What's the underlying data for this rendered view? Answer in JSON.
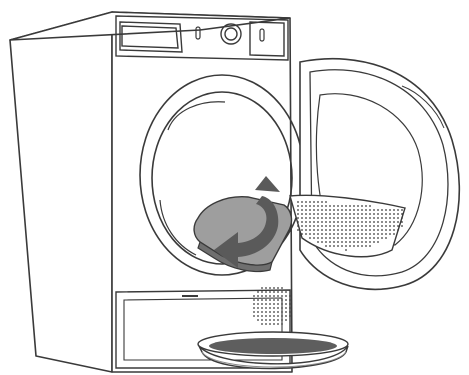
{
  "illustration": {
    "colors": {
      "line": "#3a3a3a",
      "fill": "#ffffff",
      "lint_filter": "#9e9e9e",
      "lint_filter_dark": "#6f6f6f",
      "arrow": "#5a5a5a",
      "water": "#5e5e5e",
      "bowl_rim": "#8a8a8a"
    },
    "icons": {
      "appliance": "tumble-dryer",
      "action": "rotate-arrow",
      "part": "door-filter",
      "container": "water-bowl"
    }
  }
}
